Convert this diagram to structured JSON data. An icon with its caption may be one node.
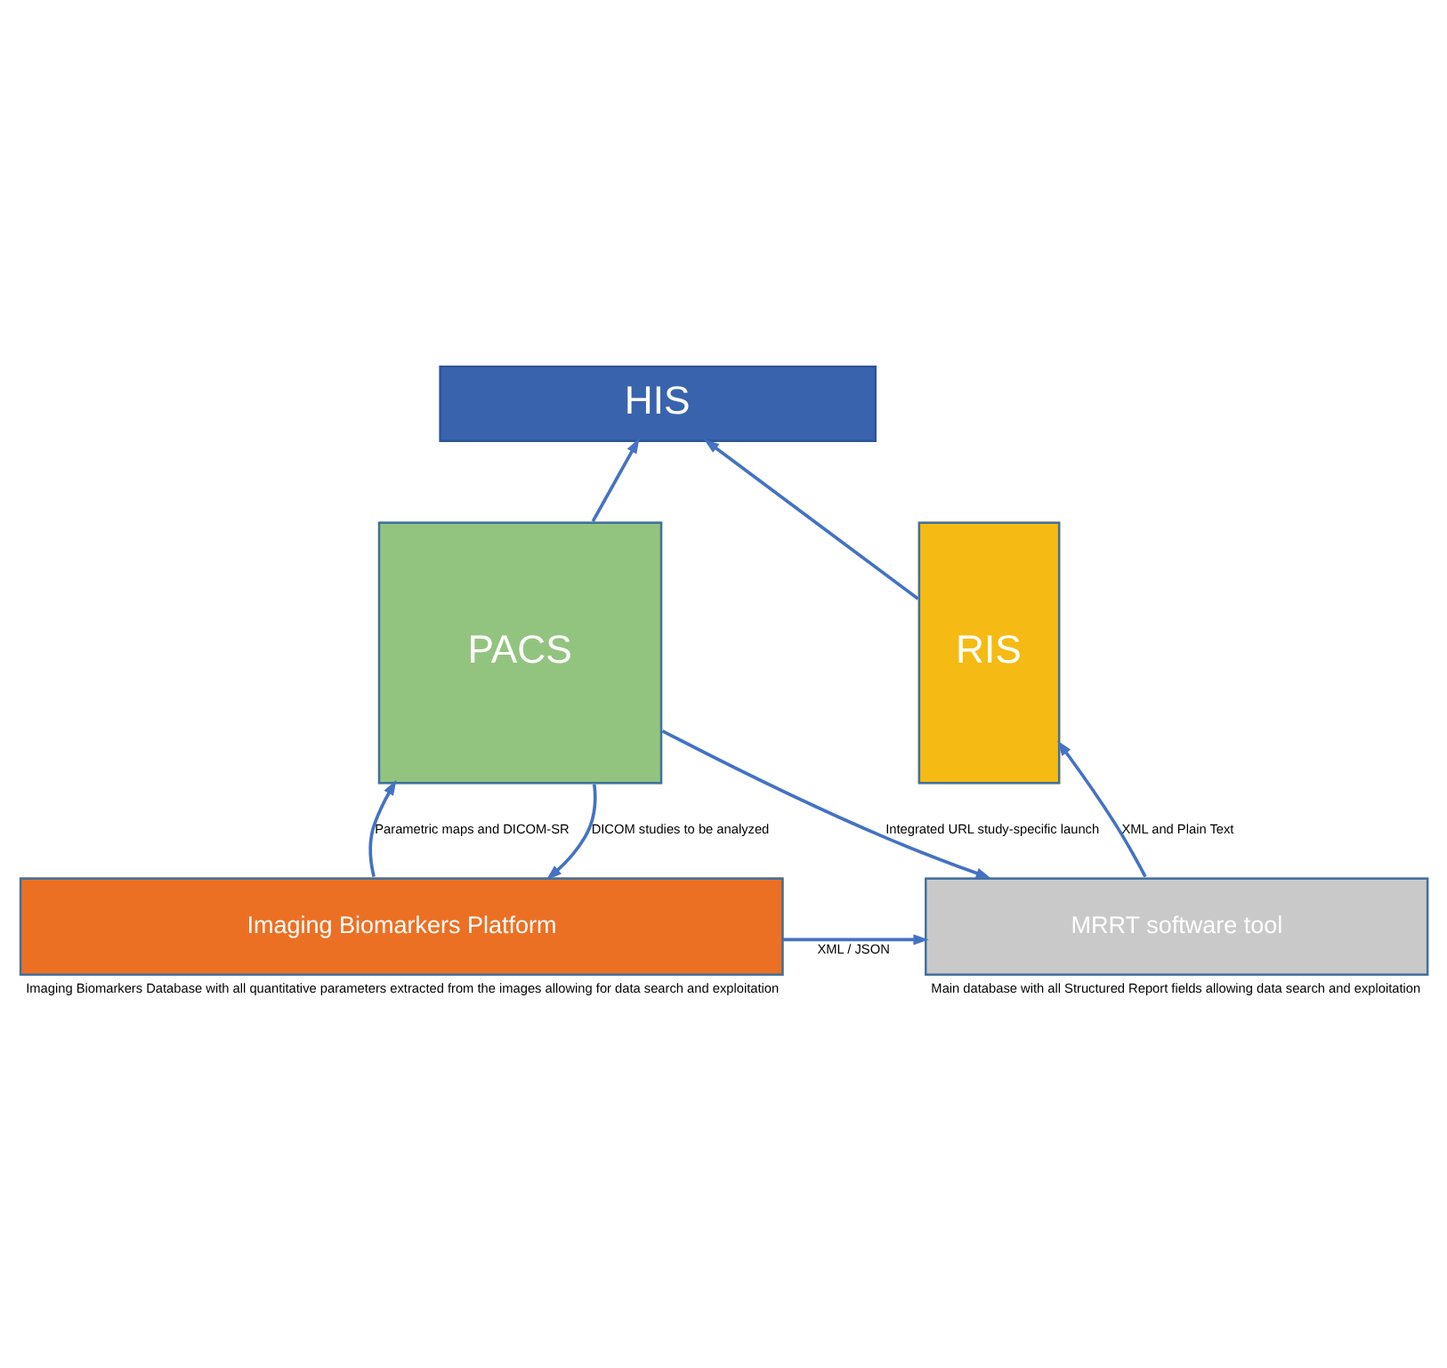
{
  "diagram": {
    "nodes": [
      {
        "text": [
          "HIS"
        ]
      },
      {
        "text": [
          "PACS"
        ]
      },
      {
        "text": [
          "RIS"
        ]
      },
      {
        "text": [
          "Imaging Biomarkers Platform"
        ],
        "beside": [
          "Imaging Biomarkers Database with all quantitative parameters extracted from the images allowing for data search and exploitation"
        ]
      },
      {
        "text": [
          "MRRT software tool"
        ],
        "beside": [
          "Main database with all Structured Report fields allowing data search and exploitation"
        ]
      }
    ],
    "edges": [
      {
        "from": 1,
        "to": 0,
        "arrow": "to"
      },
      {
        "from": 2,
        "to": 0,
        "arrow": "to"
      },
      {
        "from": 1,
        "to": 3,
        "arrow": "to",
        "label": "DICOM studies to be analyzed"
      },
      {
        "from": 3,
        "to": 1,
        "arrow": "to",
        "label": "Parametric maps and DICOM-SR"
      },
      {
        "from": 1,
        "to": 4,
        "arrow": "to",
        "label": "Integrated URL study-specific launch"
      },
      {
        "from": 4,
        "to": 2,
        "arrow": "to",
        "label": "XML and Plain Text"
      },
      {
        "from": 3,
        "to": 4,
        "arrow": "to",
        "label": "XML / JSON"
      }
    ]
  }
}
